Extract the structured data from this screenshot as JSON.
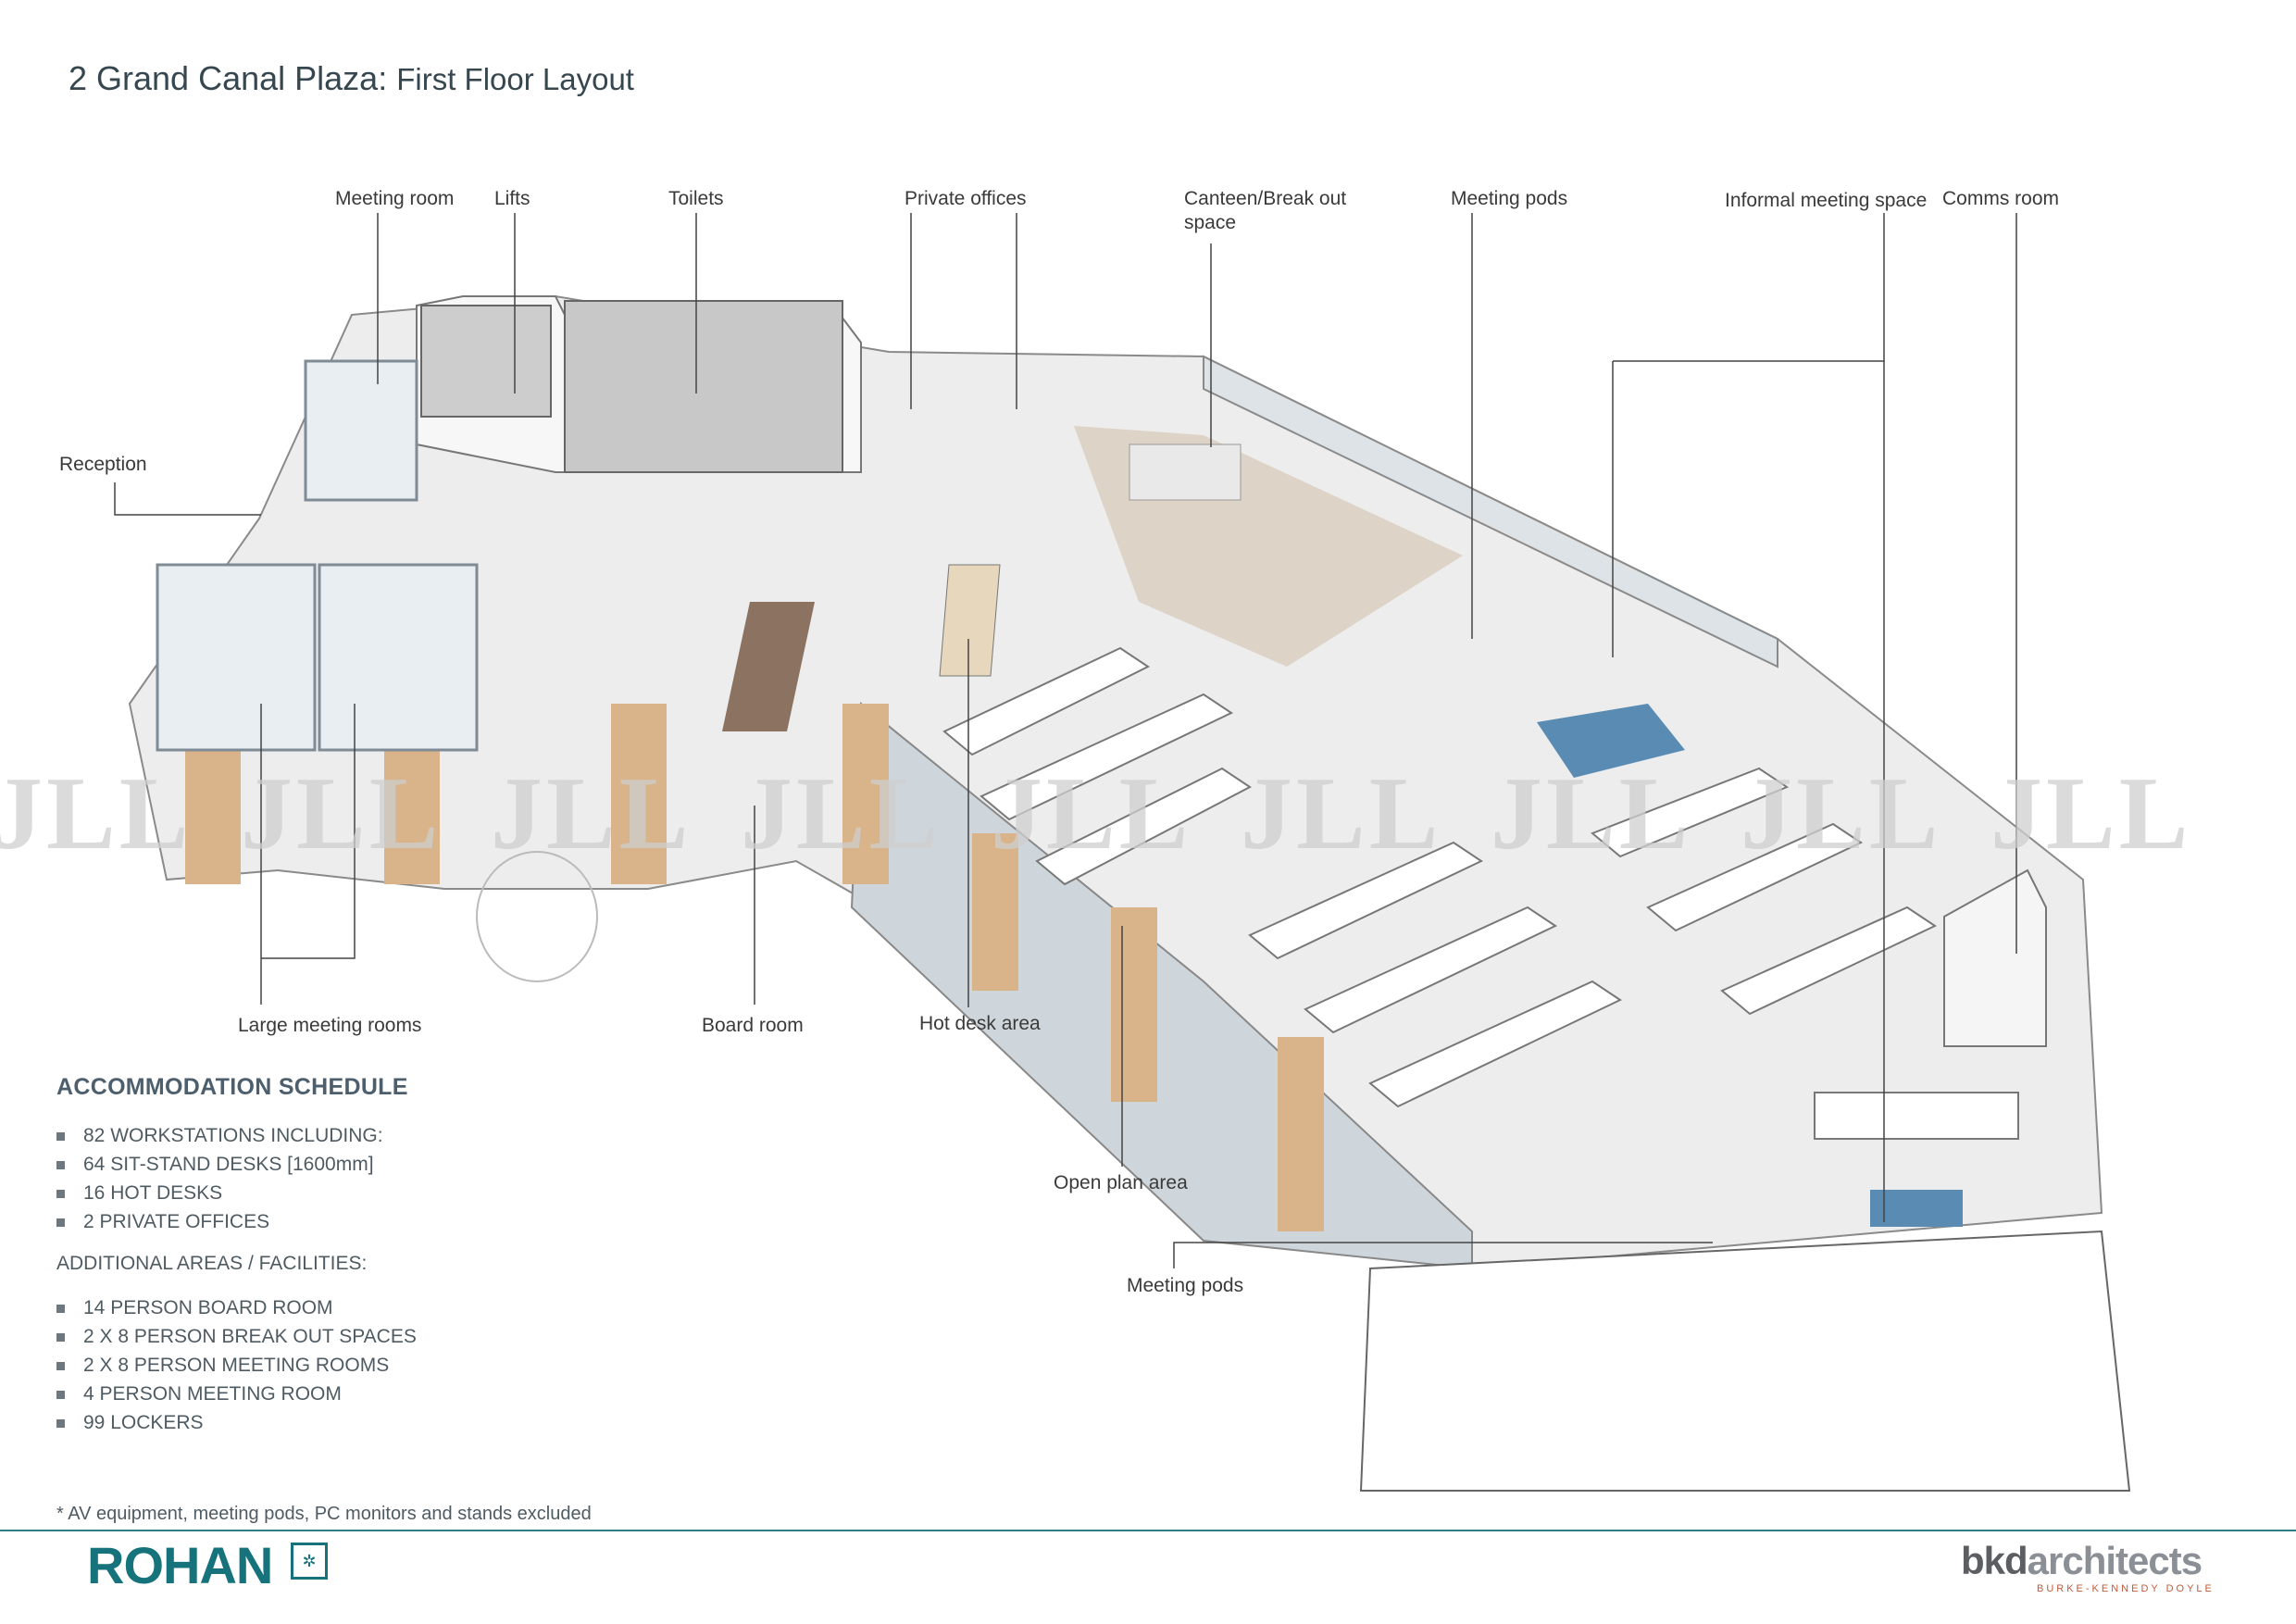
{
  "title": {
    "main": "2 Grand Canal Plaza:",
    "sub": "First Floor Layout"
  },
  "callouts": {
    "meeting_room": "Meeting room",
    "lifts": "Lifts",
    "toilets": "Toilets",
    "private_offices": "Private offices",
    "canteen": "Canteen/Break out space",
    "meeting_pods_top": "Meeting pods",
    "informal_meeting": "Informal meeting space",
    "comms_room": "Comms room",
    "reception": "Reception",
    "large_meeting_rooms": "Large meeting rooms",
    "board_room": "Board room",
    "hot_desk_area": "Hot desk area",
    "open_plan_area": "Open plan area",
    "meeting_pods_bottom": "Meeting pods"
  },
  "schedule": {
    "heading": "ACCOMMODATION SCHEDULE",
    "items": [
      "82 WORKSTATIONS INCLUDING:",
      "64 SIT-STAND DESKS  [1600mm]",
      "16 HOT DESKS",
      "2 PRIVATE OFFICES"
    ],
    "subheading": "ADDITIONAL AREAS / FACILITIES:",
    "facilities": [
      "14 PERSON BOARD ROOM",
      "2 X 8 PERSON BREAK OUT SPACES",
      "2 X 8 PERSON MEETING ROOMS",
      "4 PERSON MEETING ROOM",
      "99 LOCKERS"
    ]
  },
  "footnote": "* AV equipment, meeting pods, PC monitors and stands excluded",
  "logos": {
    "rohan": "ROHAN",
    "bkd_bold": "bkd",
    "bkd_light": "architects",
    "bkd_sub": "BURKE-KENNEDY DOYLE",
    "watermark": "JLL"
  },
  "colors": {
    "teal": "#16737c",
    "wall": "#f2f2f2",
    "wood": "#d9b48a",
    "glass": "#9fb3bf",
    "desk_blue": "#5a8cb3"
  }
}
